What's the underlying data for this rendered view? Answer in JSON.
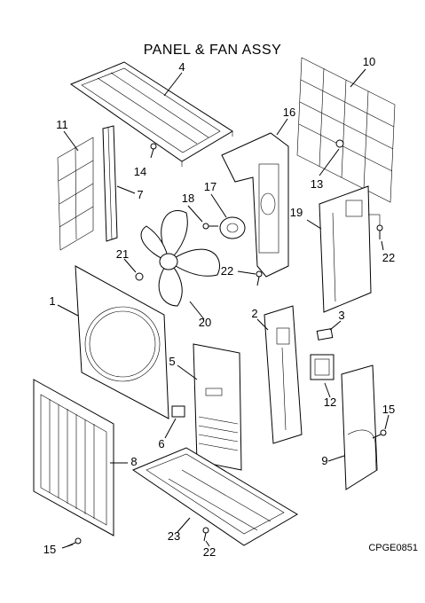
{
  "title": "PANEL & FAN ASSY",
  "drawing_code": "CPGE0851",
  "callouts": [
    {
      "id": "c4",
      "label": "4"
    },
    {
      "id": "c10",
      "label": "10"
    },
    {
      "id": "c16",
      "label": "16"
    },
    {
      "id": "c11",
      "label": "11"
    },
    {
      "id": "c14",
      "label": "14"
    },
    {
      "id": "c7",
      "label": "7"
    },
    {
      "id": "c17",
      "label": "17"
    },
    {
      "id": "c18",
      "label": "18"
    },
    {
      "id": "c13",
      "label": "13"
    },
    {
      "id": "c19",
      "label": "19"
    },
    {
      "id": "c21",
      "label": "21"
    },
    {
      "id": "c22a",
      "label": "22"
    },
    {
      "id": "c22b",
      "label": "22"
    },
    {
      "id": "c1",
      "label": "1"
    },
    {
      "id": "c20",
      "label": "20"
    },
    {
      "id": "c2",
      "label": "2"
    },
    {
      "id": "c3",
      "label": "3"
    },
    {
      "id": "c5",
      "label": "5"
    },
    {
      "id": "c12",
      "label": "12"
    },
    {
      "id": "c15a",
      "label": "15"
    },
    {
      "id": "c6",
      "label": "6"
    },
    {
      "id": "c9",
      "label": "9"
    },
    {
      "id": "c8",
      "label": "8"
    },
    {
      "id": "c23",
      "label": "23"
    },
    {
      "id": "c15b",
      "label": "15"
    },
    {
      "id": "c22c",
      "label": "22"
    }
  ]
}
